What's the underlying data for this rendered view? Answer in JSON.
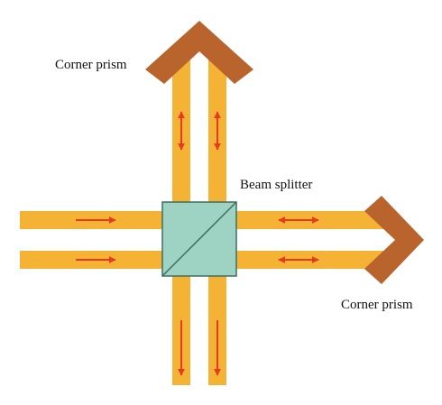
{
  "labels": {
    "corner_prism_top": "Corner prism",
    "beam_splitter": "Beam splitter",
    "corner_prism_right": "Corner prism"
  },
  "colors": {
    "beam": "#F5B335",
    "prism": "#B8642C",
    "splitter_fill": "#9ED3C3",
    "splitter_stroke": "#3C6E5E",
    "arrow": "#E53B25"
  }
}
